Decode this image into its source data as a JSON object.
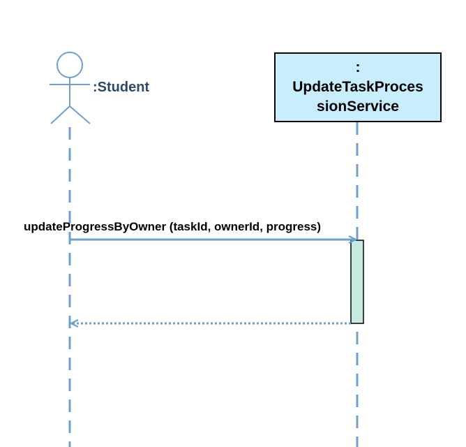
{
  "colors": {
    "lifeline": "#6c9fd3",
    "actor_label": "#2b4a6a",
    "service_fill": "#c8eefe",
    "activation_fill": "#c5ebe3",
    "border": "#000000",
    "message": "#6c9fd3"
  },
  "actor": {
    "label": ":Student",
    "icon": "stick-figure-icon"
  },
  "service": {
    "lines": [
      ":",
      "UpdateTaskProces",
      "sionService"
    ]
  },
  "messages": [
    {
      "kind": "call",
      "label": "updateProgressByOwner (taskId, ownerId, progress)"
    },
    {
      "kind": "return",
      "label": ""
    }
  ]
}
